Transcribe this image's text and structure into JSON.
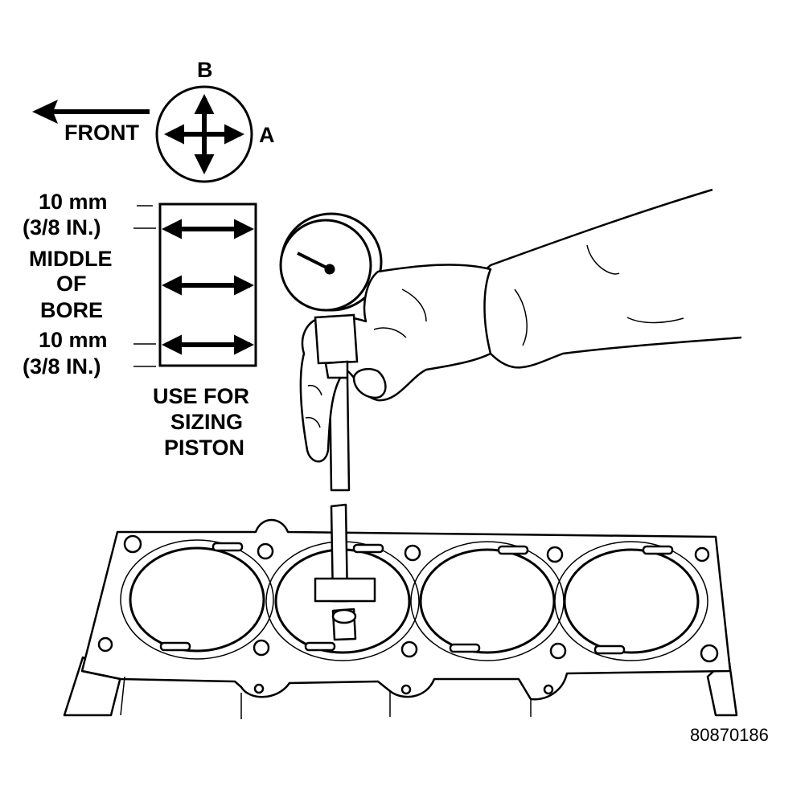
{
  "orientation": {
    "front": "FRONT",
    "axis_b": "B",
    "axis_a": "A"
  },
  "bore_gauge_levels": {
    "top_dist_line1": "10 mm",
    "top_dist_line2": "(3/8 IN.)",
    "middle_line1": "MIDDLE",
    "middle_line2": "OF",
    "middle_line3": "BORE",
    "bottom_dist_line1": "10 mm",
    "bottom_dist_line2": "(3/8 IN.)"
  },
  "sizing_note": {
    "line1": "USE FOR",
    "line2": "SIZING",
    "line3": "PISTON"
  },
  "figure_number": "80870186"
}
